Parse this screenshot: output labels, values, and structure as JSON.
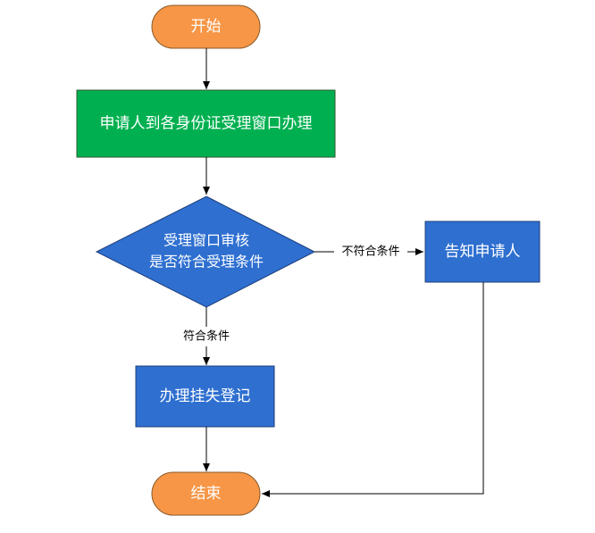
{
  "nodes": {
    "start": {
      "label": "开始",
      "color": "#F79646"
    },
    "apply": {
      "label": "申请人到各身份证受理窗口办理",
      "color": "#00B050"
    },
    "review": {
      "line1": "受理窗口审核",
      "line2": "是否符合受理条件",
      "color": "#2E6FD0"
    },
    "notify": {
      "label": "告知申请人",
      "color": "#2E6FD0"
    },
    "register": {
      "label": "办理挂失登记",
      "color": "#2E6FD0"
    },
    "end": {
      "label": "结束",
      "color": "#F79646"
    }
  },
  "edges": {
    "not_qualified": "不符合条件",
    "qualified": "符合条件"
  }
}
